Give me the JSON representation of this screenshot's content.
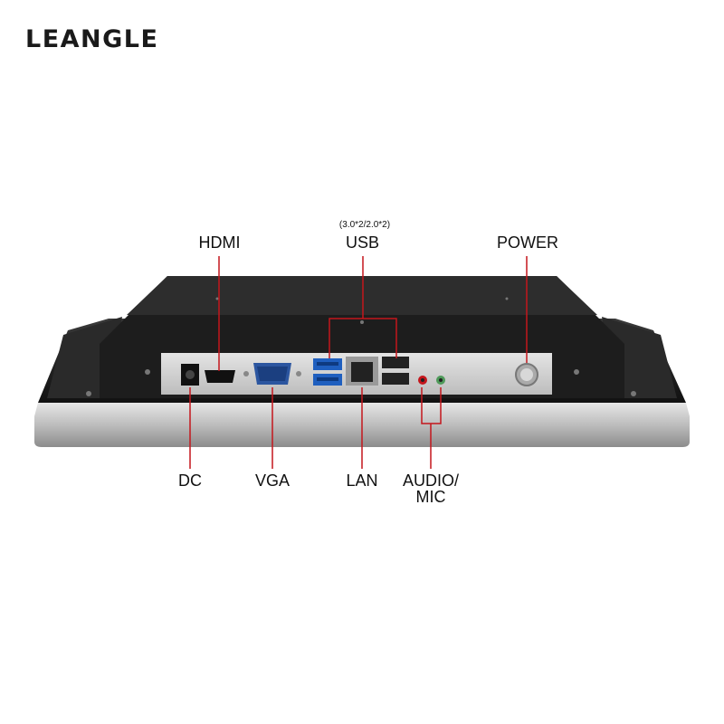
{
  "brand": {
    "logo_text": "LEANGLE"
  },
  "labels": {
    "hdmi": "HDMI",
    "usb": "USB",
    "usb_spec": "(3.0*2/2.0*2)",
    "power": "POWER",
    "dc": "DC",
    "vga": "VGA",
    "lan": "LAN",
    "audio_mic": "AUDIO/\nMIC"
  },
  "colors": {
    "callout_line": "#c4161c",
    "chassis": "#1f1f1f",
    "bezel": "#c9c9c9",
    "io_plate": "#d6d6d6",
    "usb3_blue": "#1f5fbf"
  }
}
